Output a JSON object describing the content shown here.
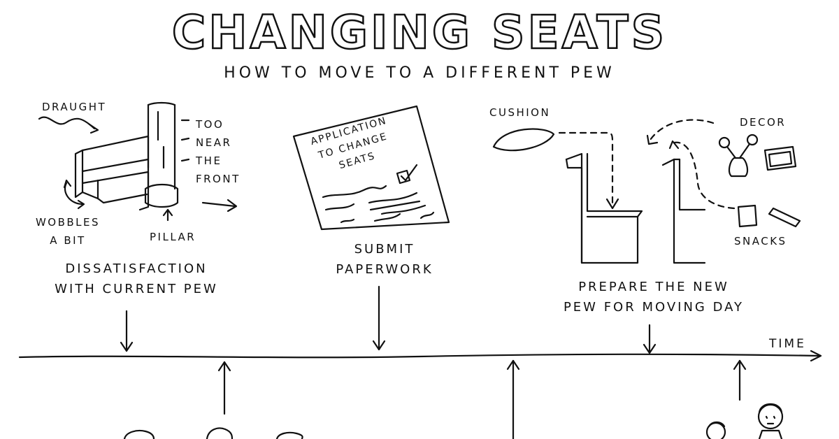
{
  "title": "CHANGING SEATS",
  "subtitle": "HOW TO MOVE TO A DIFFERENT PEW",
  "axis_label": "TIME",
  "steps": [
    {
      "label": "DISSATISFACTION\nWITH CURRENT PEW"
    },
    {
      "label": "SUBMIT\nPAPERWORK"
    },
    {
      "label": "PREPARE THE NEW\nPEW FOR MOVING DAY"
    }
  ],
  "annotations": {
    "draught": "DRAUGHT",
    "too_near": "TOO\nNEAR\nTHE\nFRONT",
    "wobbles": "WOBBLES\nA BIT",
    "pillar": "PILLAR",
    "cushion": "CUSHION",
    "decor": "DECOR",
    "snacks": "SNACKS"
  },
  "form": {
    "heading": "APPLICATION\nTO CHANGE\nSEATS"
  }
}
